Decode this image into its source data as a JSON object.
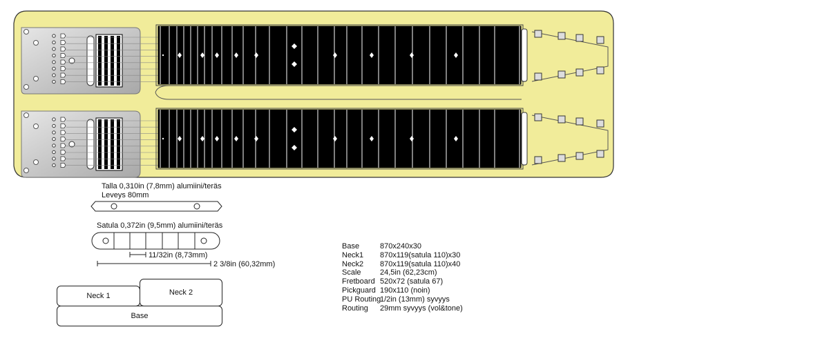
{
  "labels": {
    "bridge_title": "Talla 0,310in (7,8mm) alumiini/teräs",
    "bridge_width": "Leveys 80mm",
    "nut_title": "Satula 0,372in (9,5mm) alumiini/teräs",
    "nut_spacing": "11/32in (8,73mm)",
    "nut_span": "2 3/8in (60,32mm)"
  },
  "stack": {
    "neck1": "Neck 1",
    "neck2": "Neck 2",
    "base": "Base"
  },
  "specs": [
    {
      "key": "Base",
      "value": "870x240x30"
    },
    {
      "key": "Neck1",
      "value": "870x119(satula 110)x30"
    },
    {
      "key": "Neck2",
      "value": "870x119(satula 110)x40"
    },
    {
      "key": "Scale",
      "value": "24,5in (62,23cm)"
    },
    {
      "key": "Fretboard",
      "value": "520x72 (satula 67)"
    },
    {
      "key": "Pickguard",
      "value": "190x110 (noin)"
    },
    {
      "key": "PU Routing",
      "value": "1/2in (13mm) syvyys"
    },
    {
      "key": "Routing",
      "value": "29mm syvyys (vol&tone)"
    }
  ],
  "colors": {
    "body": "#f1ec9a",
    "fretboard": "#000000",
    "pickguard": "#c9c9c9",
    "outline": "#333333"
  },
  "icons": [
    "tuning-machine-icon",
    "pickup-icon",
    "inlay-diamond-icon"
  ]
}
